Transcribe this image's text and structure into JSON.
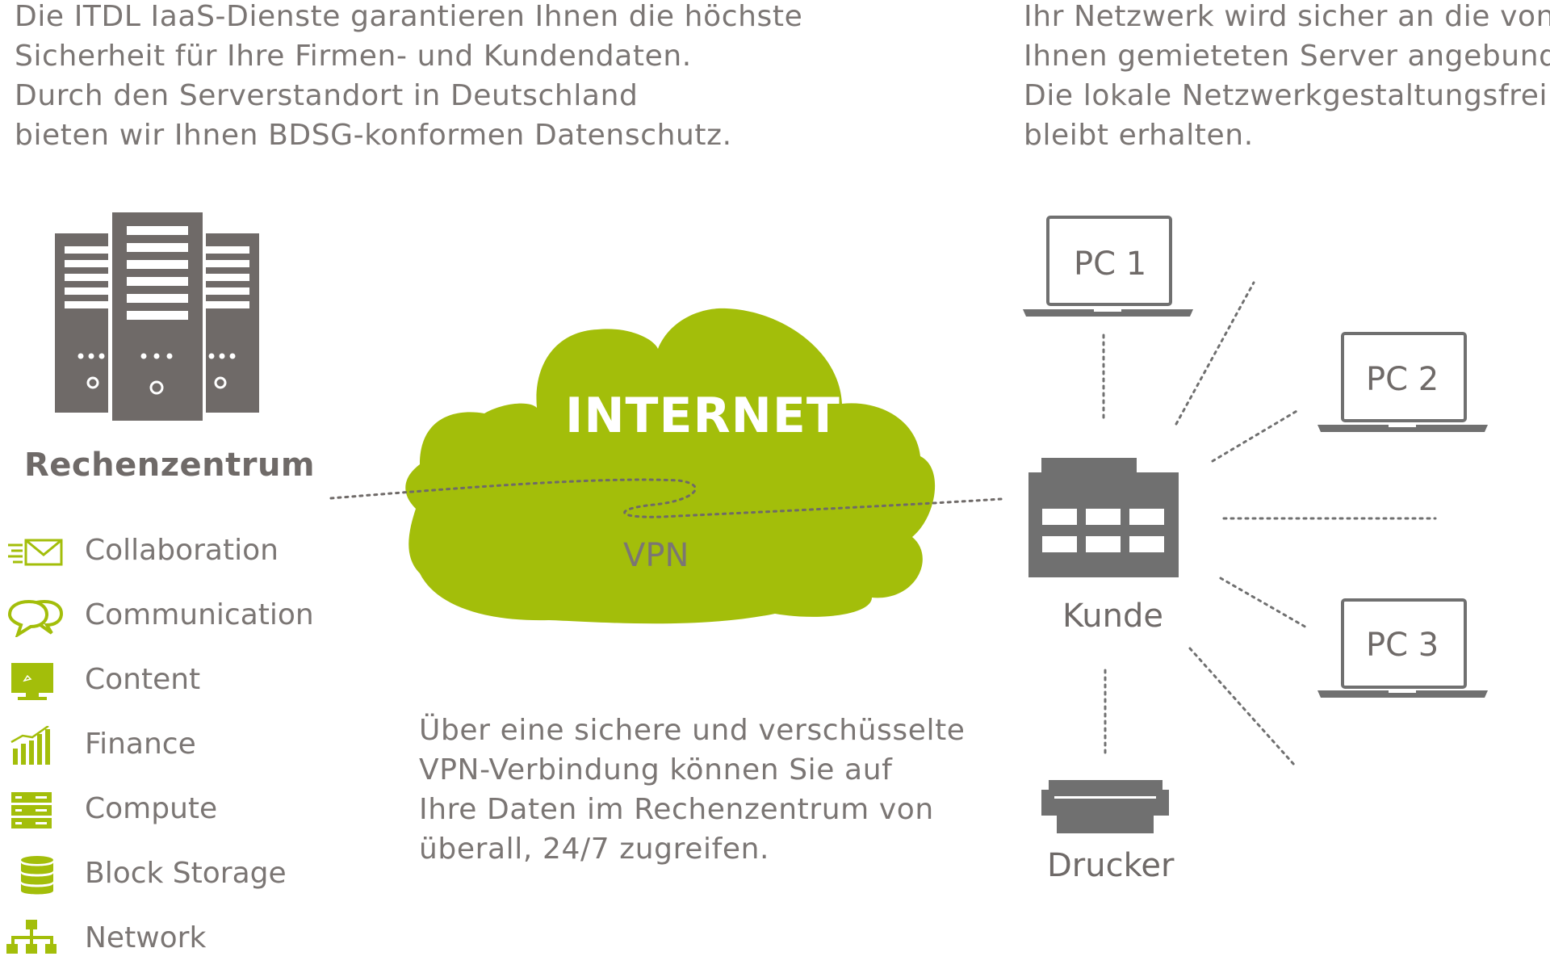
{
  "paragraphs": {
    "left": [
      "Die ITDL IaaS-Dienste garantieren Ihnen die höchste",
      "Sicherheit für Ihre Firmen- und Kundendaten.",
      "Durch den Serverstandort in Deutschland",
      "bieten wir Ihnen BDSG-konformen Datenschutz."
    ],
    "right": [
      "Ihr Netzwerk wird sicher an die von",
      "Ihnen gemieteten Server angebunden.",
      "Die lokale Netzwerkgestaltungsfreiheit",
      "bleibt erhalten."
    ],
    "bottom": [
      "Über eine sichere und verschüsselte",
      "VPN-Verbindung können Sie auf",
      "Ihre Daten im Rechenzentrum von",
      "überall, 24/7 zugreifen."
    ]
  },
  "datacenter": {
    "title": "Rechenzentrum",
    "icon": "server-rack-icon"
  },
  "services": [
    {
      "label": "Collaboration",
      "icon": "mail-icon"
    },
    {
      "label": "Communication",
      "icon": "chat-bubbles-icon"
    },
    {
      "label": "Content",
      "icon": "monitor-icon"
    },
    {
      "label": "Finance",
      "icon": "bar-chart-icon"
    },
    {
      "label": "Compute",
      "icon": "server-stack-icon"
    },
    {
      "label": "Block Storage",
      "icon": "database-icon"
    },
    {
      "label": "Network",
      "icon": "network-tree-icon"
    }
  ],
  "cloud": {
    "title": "INTERNET",
    "tunnel_label": "VPN"
  },
  "customer": {
    "label": "Kunde",
    "icon": "building-icon"
  },
  "devices": {
    "pc1": "PC 1",
    "pc2": "PC 2",
    "pc3": "PC 3",
    "printer": "Drucker"
  },
  "colors": {
    "icon_gray": "#6f6a68",
    "device_gray": "#707070",
    "text_gray": "#7b7674",
    "accent_green": "#a3be0a",
    "background": "#ffffff"
  }
}
